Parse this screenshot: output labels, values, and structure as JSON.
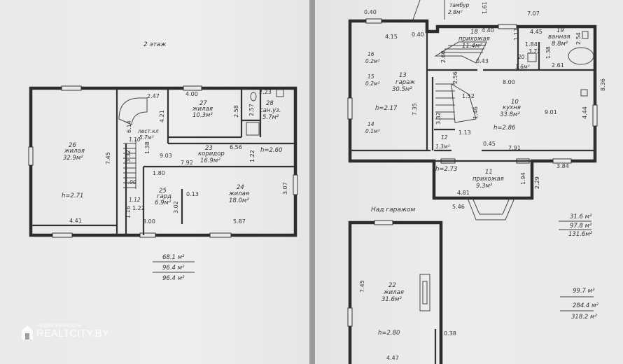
{
  "left_plan": {
    "floor_title": "2 этаж",
    "rooms": [
      {
        "num": "26",
        "name": "жилая",
        "area": "32.9м²"
      },
      {
        "num": "27",
        "name": "жилая",
        "area": "10.3м²"
      },
      {
        "num": "28",
        "name": "сан.уз.",
        "area": "5.7м²"
      },
      {
        "num": "лест.кл",
        "name": "",
        "area": "5.7м²"
      },
      {
        "num": "23",
        "name": "коридор",
        "area": "16.9м²"
      },
      {
        "num": "25",
        "name": "гард",
        "area": "6.9м²"
      },
      {
        "num": "24",
        "name": "жилая",
        "area": "18.0м²"
      }
    ],
    "heights": [
      "h=2.71",
      "h=2.60"
    ],
    "dims": [
      "2.47",
      "4.00",
      "2.23",
      "4.21",
      "2.58",
      "2.57",
      "6.14",
      "1.10",
      "7.45",
      "9.03",
      "6.56",
      "1.38",
      "3.32",
      "7.92",
      "1.22",
      "1.80",
      "1.00",
      "1.12",
      "1.16",
      "1.22",
      "0.13",
      "3.02",
      "3.00",
      "5.87",
      "3.07",
      "4.41"
    ],
    "totals": [
      "68.1 м²",
      "96.4 м²",
      "96.4 м²"
    ]
  },
  "right_plan": {
    "rooms": [
      {
        "num": "16",
        "name": "",
        "area": "0.2м²"
      },
      {
        "num": "15",
        "name": "",
        "area": "0.2м²"
      },
      {
        "num": "13",
        "name": "гараж",
        "area": "30.5м²"
      },
      {
        "num": "14",
        "name": "",
        "area": "0.1м²"
      },
      {
        "num": "18",
        "name": "прихожая",
        "area": "11.4м²"
      },
      {
        "num": "19",
        "name": "ванная",
        "area": "8.8м²"
      },
      {
        "num": "20",
        "name": "",
        "area": "1.6м²"
      },
      {
        "num": "10",
        "name": "кухня",
        "area": "33.8м²"
      },
      {
        "num": "12",
        "name": "",
        "area": "1.3м²"
      },
      {
        "num": "11",
        "name": "прихожая",
        "area": "9.3м²"
      },
      {
        "num": "",
        "name": "тамбур",
        "area": "2.8м²"
      }
    ],
    "heights": [
      "h=2.17",
      "h=2.86",
      "h=2.73"
    ],
    "dims": [
      "0.40",
      "4.15",
      "0.40",
      "2.60",
      "4.40",
      "7.07",
      "1.17",
      "4.45",
      "2.54",
      "1.84",
      "3.71",
      "1.38",
      "2.61",
      "0.43",
      "8.00",
      "8.36",
      "7.35",
      "2.56",
      "1.52",
      "9.01",
      "4.44",
      "1.46",
      "3.32",
      "1.13",
      "0.45",
      "7.91",
      "3.84",
      "1.61",
      "1.94",
      "2.29",
      "4.81",
      "5.46"
    ],
    "totals": [
      "31.6 м²",
      "97.8 м²",
      "131.6м²"
    ]
  },
  "garage_plan": {
    "title": "Над гаражом",
    "room": {
      "num": "22",
      "name": "жилая",
      "area": "31.6м²"
    },
    "height": "h=2.80",
    "dims": [
      "7.45",
      "0.38",
      "4.47"
    ],
    "totals": [
      "99.7 м²",
      "284.4 м²",
      "318.2 м²"
    ]
  },
  "watermark": {
    "small": "НЕДВИЖИМОСТЬ",
    "big": "REALTCITY.BY"
  }
}
